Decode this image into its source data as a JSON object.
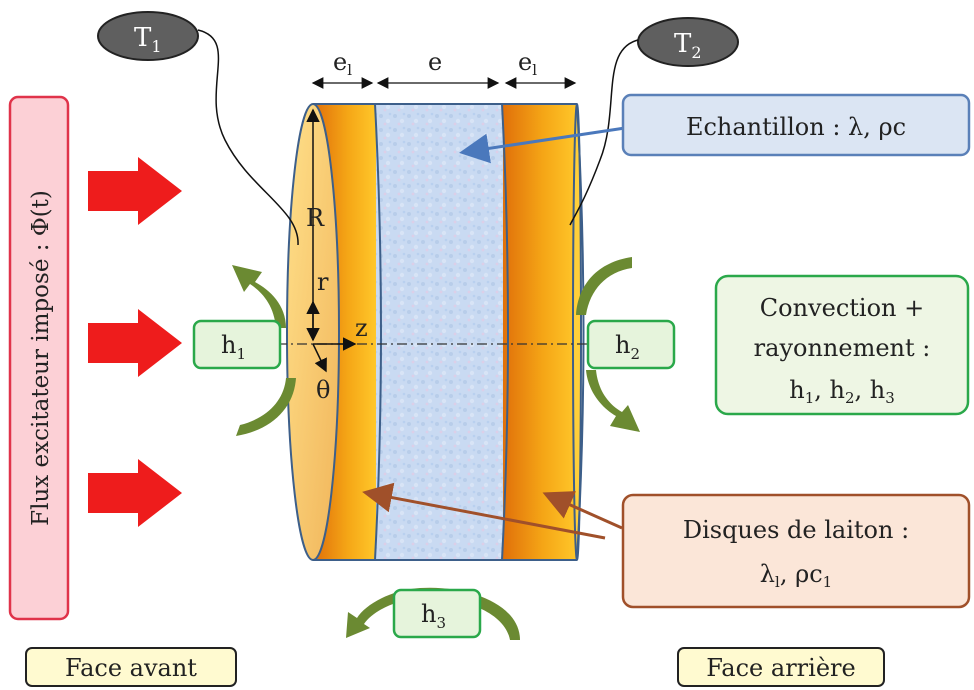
{
  "thermocouples": {
    "t1": {
      "main": "T",
      "sub": "1"
    },
    "t2": {
      "main": "T",
      "sub": "2"
    }
  },
  "flux_box": {
    "text": "Flux excitateur imposé : Φ(t)"
  },
  "dimensions": {
    "e1_left": {
      "main": "e",
      "sub": "l"
    },
    "e_center": "e",
    "e1_right": {
      "main": "e",
      "sub": "l"
    }
  },
  "geometry_labels": {
    "R": "R",
    "r": "r",
    "z": "z",
    "theta": "θ"
  },
  "h_labels": {
    "h1": {
      "main": "h",
      "sub": "1"
    },
    "h2": {
      "main": "h",
      "sub": "2"
    },
    "h3": {
      "main": "h",
      "sub": "3"
    }
  },
  "echantillon_box": {
    "text": "Echantillon : λ, ρc"
  },
  "convection_box": {
    "line1": "Convection +",
    "line2": "rayonnement :",
    "line3_parts": [
      "h",
      "1",
      ", h",
      "2",
      ", h",
      "3"
    ]
  },
  "disques_box": {
    "line1": "Disques de laiton :",
    "line2_parts": [
      "λ",
      "l",
      ", ρc",
      "1"
    ]
  },
  "face_avant": "Face avant",
  "face_arriere": "Face arrière",
  "colors": {
    "flux_red": "#ee1c1c",
    "brass_dark": "#e07a10",
    "brass_light": "#ffc020",
    "sample_blue": "#c8d8f0",
    "green_arrow": "#6b8a32",
    "green_border": "#2aa84a",
    "blue_border": "#5a80b8",
    "brown_border": "#a0502a",
    "pink_fill": "#fcd0d6",
    "yellow_fill": "#fffad0"
  }
}
